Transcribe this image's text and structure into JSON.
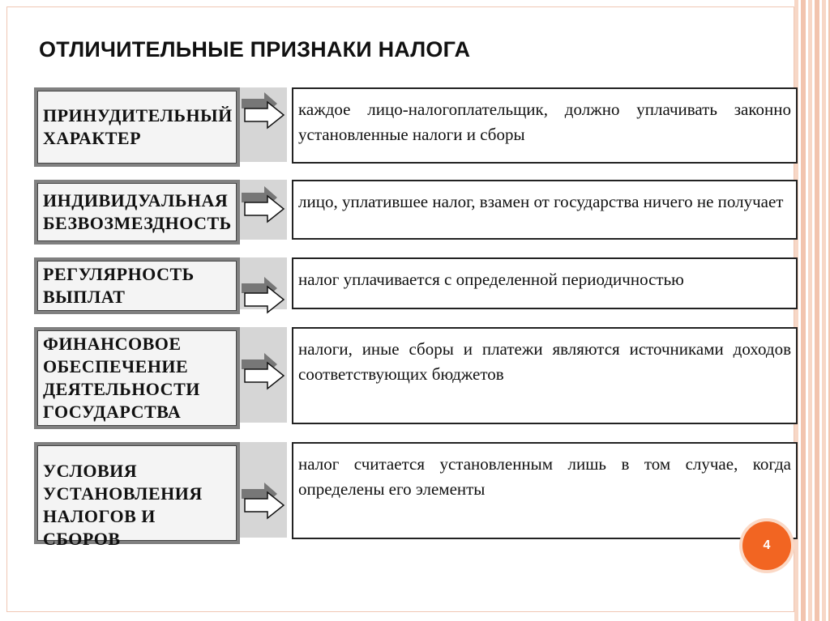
{
  "slide": {
    "title": "ОТЛИЧИТЕЛЬНЫЕ ПРИЗНАКИ НАЛОГА",
    "page_number": "4",
    "accent_color": "#f26522",
    "features": [
      {
        "label": "ПРИНУДИТЕЛЬНЫЙ ХАРАКТЕР",
        "description": "каждое лицо-налогоплательщик, должно уплачивать законно установленные налоги и сборы"
      },
      {
        "label": "ИНДИВИДУАЛЬНАЯ БЕЗВОЗМЕЗДНОСТЬ",
        "description": "лицо, уплатившее налог, взамен от государства ничего не получает"
      },
      {
        "label": "РЕГУЛЯРНОСТЬ ВЫПЛАТ",
        "description": "налог уплачивается с определенной периодичностью"
      },
      {
        "label": "ФИНАНСОВОЕ ОБЕСПЕЧЕНИЕ ДЕЯТЕЛЬНОСТИ ГОСУДАРСТВА",
        "description": "налоги, иные сборы и платежи являются источниками доходов соответствующих бюджетов"
      },
      {
        "label": "УСЛОВИЯ УСТАНОВЛЕНИЯ НАЛОГОВ И СБОРОВ",
        "description": "налог считается установленным лишь в том случае, когда определены его элементы"
      }
    ]
  }
}
